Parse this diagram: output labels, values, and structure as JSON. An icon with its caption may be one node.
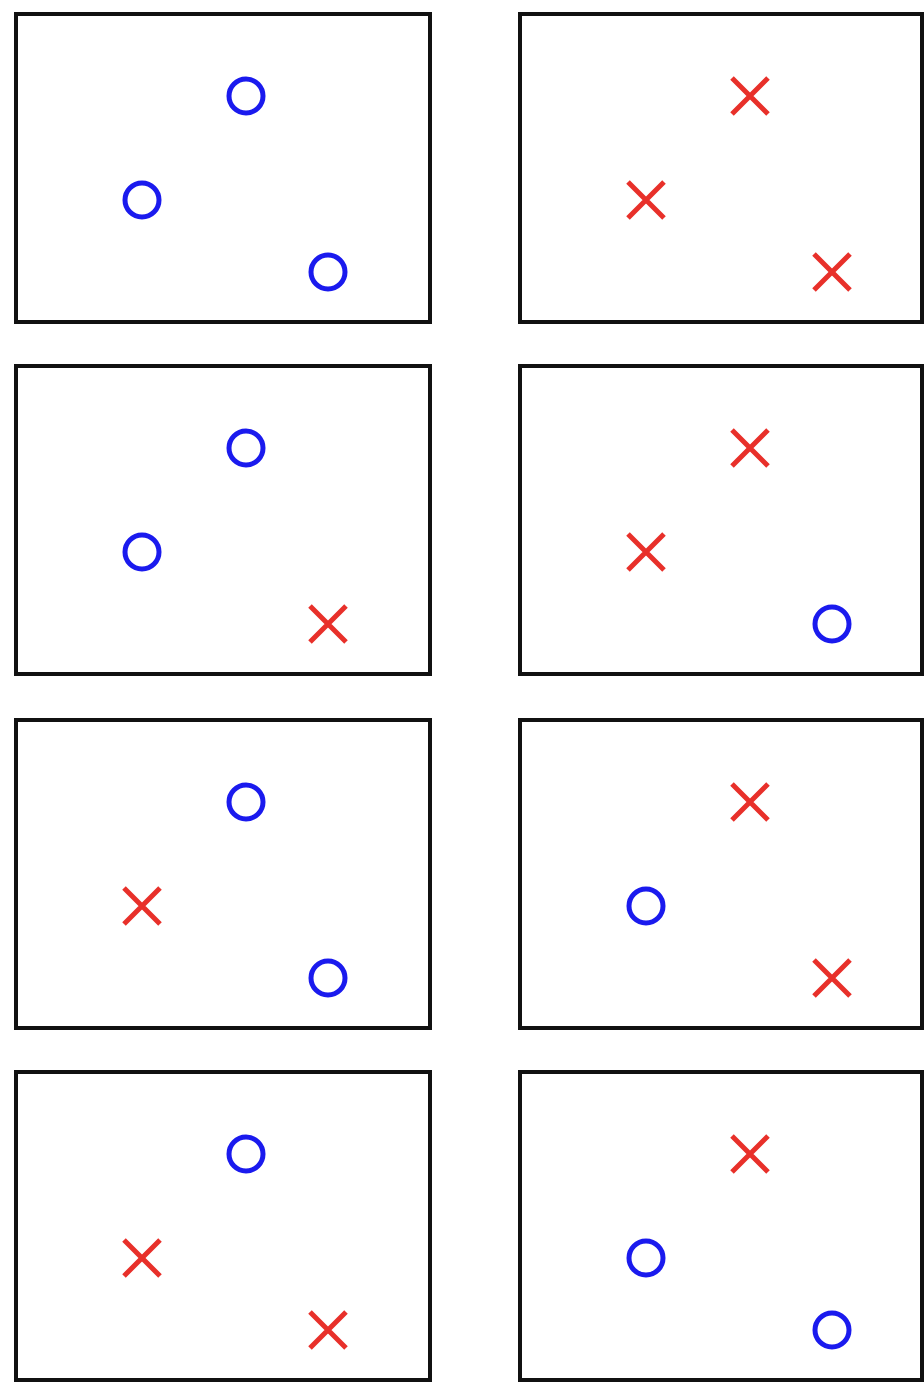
{
  "diagram": {
    "nodes": [
      {
        "text": [],
        "shape": "box"
      },
      {
        "text": [],
        "shape": "circle",
        "in": 0
      },
      {
        "text": [],
        "shape": "circle",
        "in": 0
      },
      {
        "text": [],
        "shape": "circle",
        "in": 0
      },
      {
        "text": [],
        "shape": "box"
      },
      {
        "text": [],
        "shape": "cross",
        "in": 4
      },
      {
        "text": [],
        "shape": "cross",
        "in": 4
      },
      {
        "text": [],
        "shape": "cross",
        "in": 4
      },
      {
        "text": [],
        "shape": "box"
      },
      {
        "text": [],
        "shape": "circle",
        "in": 8
      },
      {
        "text": [],
        "shape": "circle",
        "in": 8
      },
      {
        "text": [],
        "shape": "cross",
        "in": 8
      },
      {
        "text": [],
        "shape": "box"
      },
      {
        "text": [],
        "shape": "cross",
        "in": 12
      },
      {
        "text": [],
        "shape": "cross",
        "in": 12
      },
      {
        "text": [],
        "shape": "circle",
        "in": 12
      },
      {
        "text": [],
        "shape": "box"
      },
      {
        "text": [],
        "shape": "circle",
        "in": 16
      },
      {
        "text": [],
        "shape": "cross",
        "in": 16
      },
      {
        "text": [],
        "shape": "circle",
        "in": 16
      },
      {
        "text": [],
        "shape": "box"
      },
      {
        "text": [],
        "shape": "cross",
        "in": 20
      },
      {
        "text": [],
        "shape": "circle",
        "in": 20
      },
      {
        "text": [],
        "shape": "cross",
        "in": 20
      },
      {
        "text": [],
        "shape": "box"
      },
      {
        "text": [],
        "shape": "circle",
        "in": 24
      },
      {
        "text": [],
        "shape": "cross",
        "in": 24
      },
      {
        "text": [],
        "shape": "cross",
        "in": 24
      },
      {
        "text": [],
        "shape": "box"
      },
      {
        "text": [],
        "shape": "cross",
        "in": 28
      },
      {
        "text": [],
        "shape": "circle",
        "in": 28
      },
      {
        "text": [],
        "shape": "circle",
        "in": 28
      }
    ]
  }
}
